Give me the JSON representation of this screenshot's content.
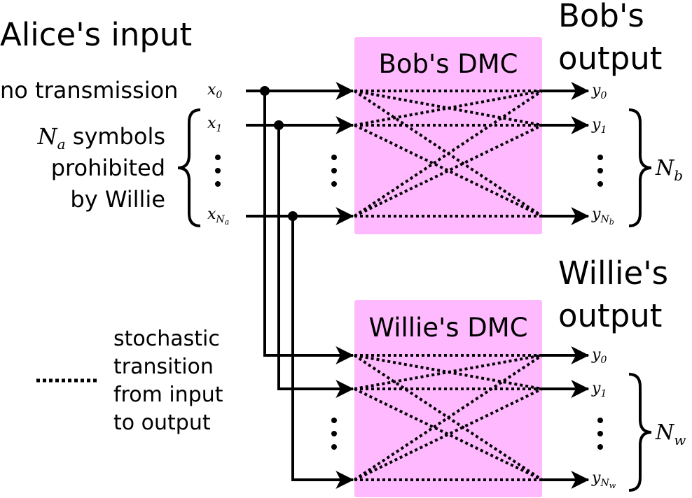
{
  "input": {
    "title": "Alice's input",
    "no_transmission": "no transmission",
    "prohibited_var": "N",
    "prohibited_var_sub": "a",
    "prohibited_line1": " symbols",
    "prohibited_line2": "prohibited",
    "prohibited_line3": "by Willie",
    "x_symbol": "x",
    "x_subs": [
      "0",
      "1",
      "N"
    ],
    "x_last_subsub": "a"
  },
  "bob": {
    "box_title": "Bob's DMC",
    "output_title_line1": "Bob's",
    "output_title_line2": "output",
    "y_symbol": "y",
    "y_subs": [
      "0",
      "1",
      "N"
    ],
    "y_last_subsub": "b",
    "brace_var": "N",
    "brace_sub": "b"
  },
  "willie": {
    "box_title": "Willie's DMC",
    "output_title_line1": "Willie's",
    "output_title_line2": "output",
    "y_symbol": "y",
    "y_subs": [
      "0",
      "1",
      "N"
    ],
    "y_last_subsub": "w",
    "brace_var": "N",
    "brace_sub": "w"
  },
  "legend": {
    "lines": [
      "stochastic",
      "transition",
      "from input",
      "to output"
    ]
  },
  "colors": {
    "channel_box": "#ffbaff",
    "line": "#000000"
  }
}
